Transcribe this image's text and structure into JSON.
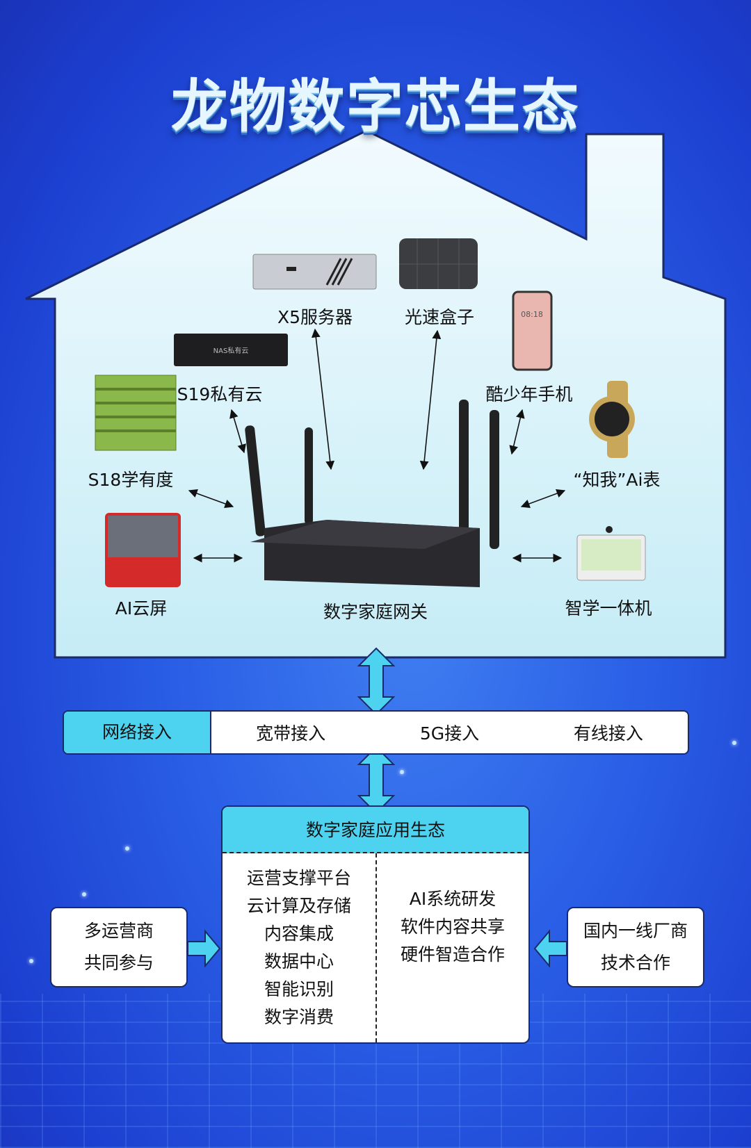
{
  "title": "龙物数字芯生态",
  "devices": {
    "x5": "X5服务器",
    "box": "光速盒子",
    "phone": "酷少年手机",
    "watch": "“知我”Ai表",
    "learning": "智学一体机",
    "gateway": "数字家庭网关",
    "screen": "AI云屏",
    "s18": "S18学有度",
    "s19": "S19私有云"
  },
  "device_screen_text": {
    "nas": "NAS私有云",
    "phone_time": "08:18"
  },
  "network": {
    "label": "网络接入",
    "options": [
      "宽带接入",
      "5G接入",
      "有线接入"
    ]
  },
  "ecosystem": {
    "header": "数字家庭应用生态",
    "left": [
      "运营支撑平台",
      "云计算及存储",
      "内容集成",
      "数据中心",
      "智能识别",
      "数字消费"
    ],
    "right": [
      "AI系统研发",
      "软件内容共享",
      "硬件智造合作"
    ]
  },
  "left_box": [
    "多运营商",
    "共同参与"
  ],
  "right_box": [
    "国内一线厂商",
    "技术合作"
  ],
  "colors": {
    "accent": "#4dd3f0",
    "house": "#dff4fa",
    "outline": "#1a2a6a"
  }
}
